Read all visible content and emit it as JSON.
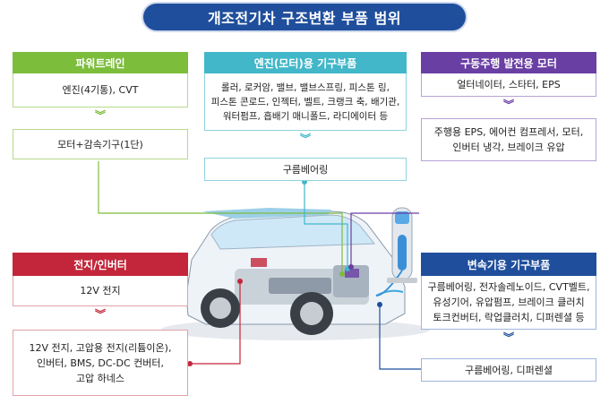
{
  "title": "개조전기차 구조변환 부품 범위",
  "colors": {
    "green": "#7cbd3c",
    "teal": "#41b7c9",
    "purple": "#6a3fa4",
    "red": "#c3263a",
    "blue": "#1f4e9c"
  },
  "powertrain": {
    "header": "파워트레인",
    "before": "엔진(4기통), CVT",
    "after": "모터+감속기구(1단)"
  },
  "engine_parts": {
    "header": "엔진(모터)용 기구부품",
    "before_lines": [
      "롤러, 로커암, 밸브, 밸브스프링, 피스톤 링,",
      "피스톤 콘로드, 인젝터, 벨트, 크랭크 축, 배기관,",
      "워터펌프, 흡배기 매니폴드, 라디에이터 등"
    ],
    "after": "구름베어링"
  },
  "drive_power": {
    "header": "구동주행 발전용 모터",
    "before": "얼터네이터, 스타터, EPS",
    "after_lines": [
      "주행용 EPS, 에어컨 컴프레서, 모터,",
      "인버터 냉각, 브레이크 유압"
    ]
  },
  "battery": {
    "header": "전지/인버터",
    "before": "12V 전지",
    "after_lines": [
      "12V 전지, 고압용 전지(리튬이온),",
      "인버터, BMS, DC-DC 컨버터,",
      "고압 하네스"
    ]
  },
  "transmission": {
    "header": "변속기용 기구부품",
    "before_lines": [
      "구름베어링, 전자솔레노이드, CVT벨트,",
      "유성기어, 유압펌프, 브레이크 클러치",
      "토크컨버터, 락업클러치, 디퍼렌셜 등"
    ],
    "after": "구름베어링, 디퍼렌셜"
  }
}
